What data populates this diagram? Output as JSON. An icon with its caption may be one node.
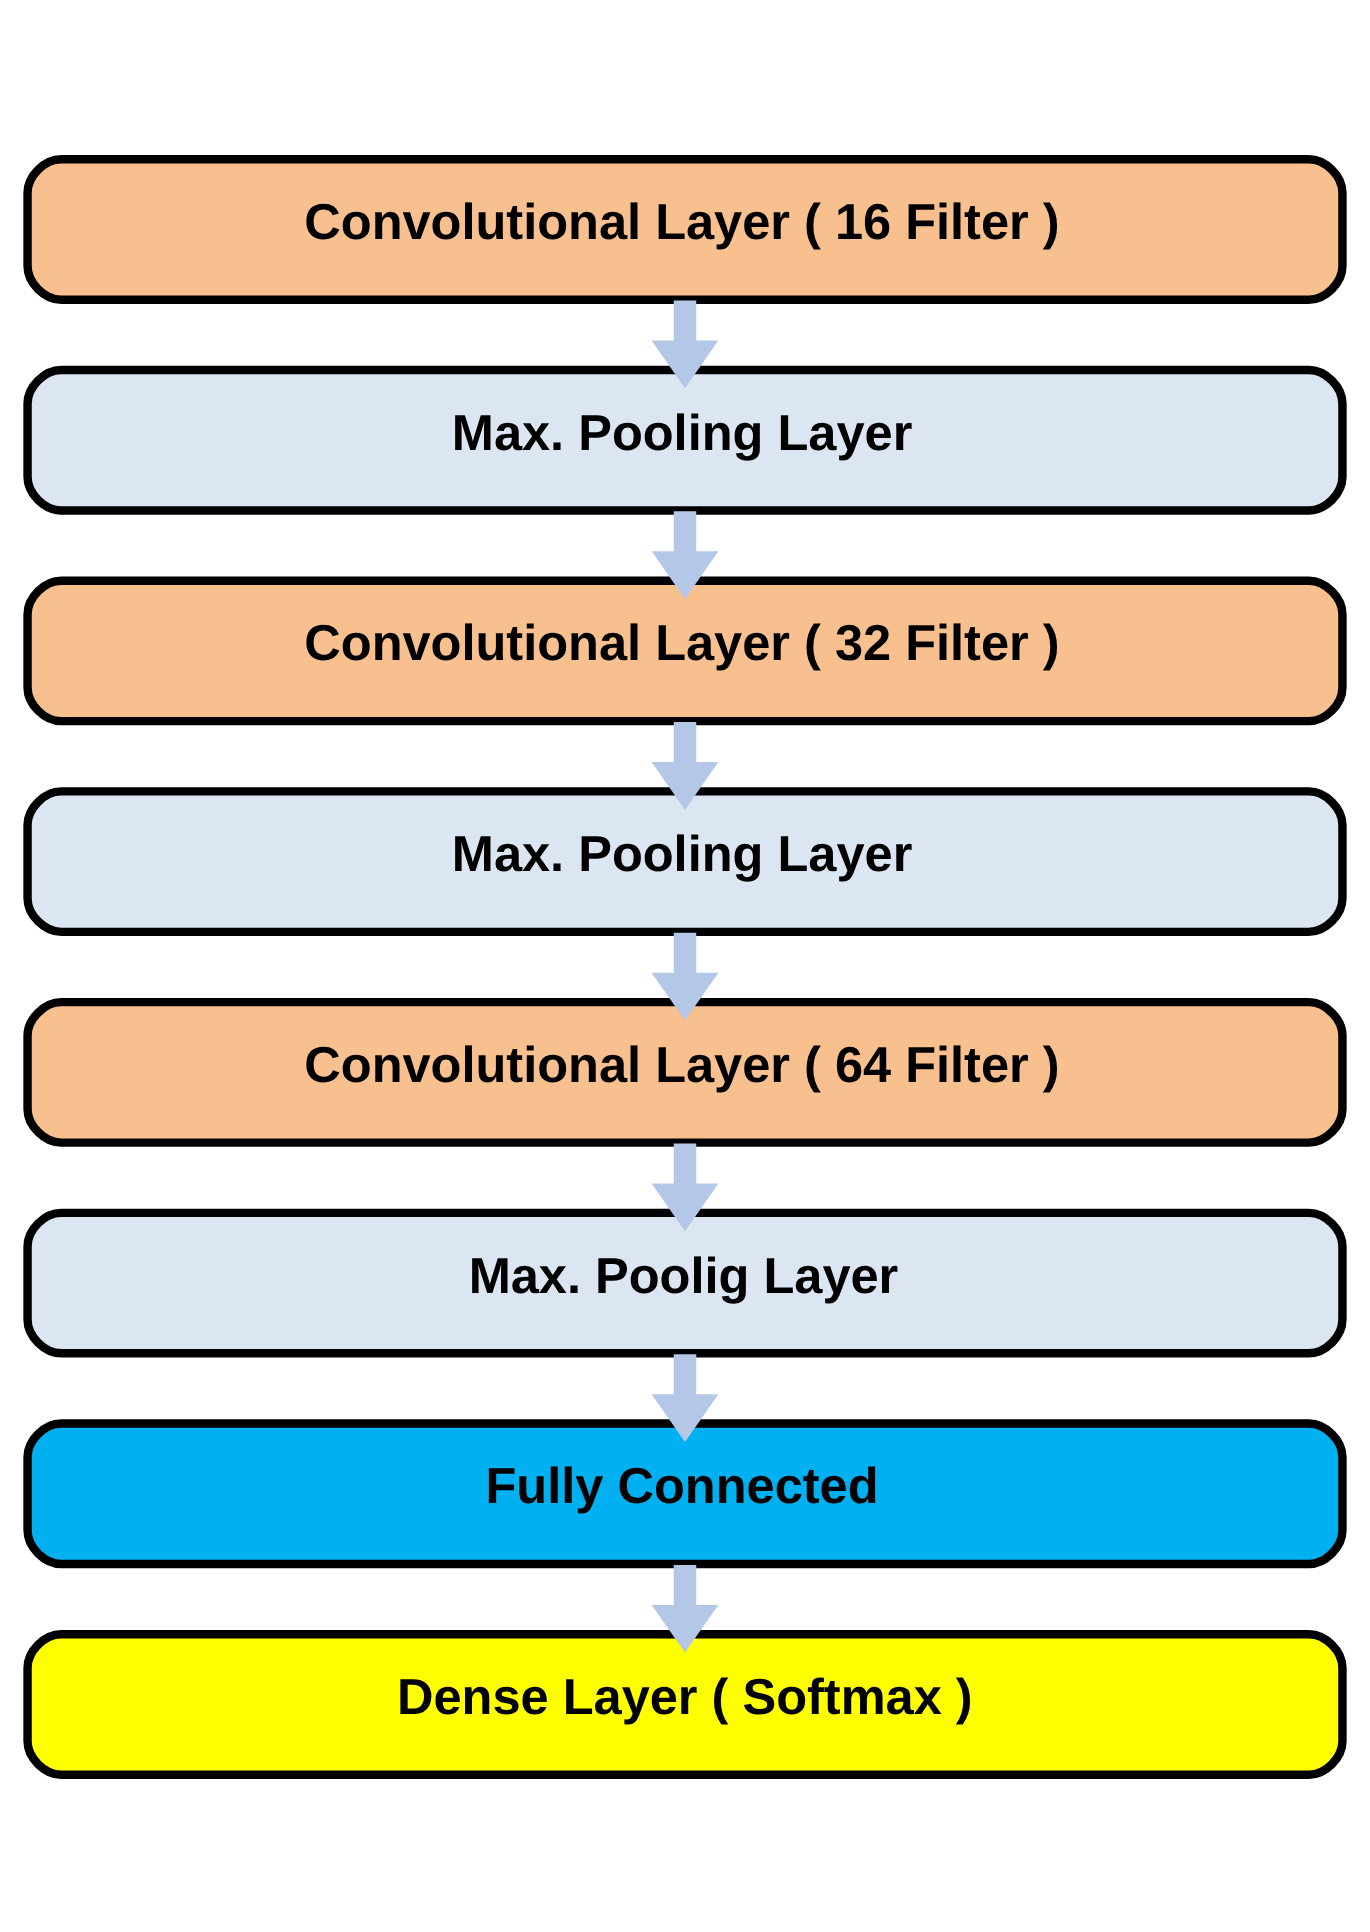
{
  "diagram": {
    "nodes": [
      {
        "text": [
          "Convolutional Layer ( 16 Filter )"
        ]
      },
      {
        "text": [
          "Max. Pooling Layer"
        ]
      },
      {
        "text": [
          "Convolutional Layer ( 32 Filter )"
        ]
      },
      {
        "text": [
          "Max. Pooling Layer"
        ]
      },
      {
        "text": [
          "Convolutional Layer ( 64 Filter )"
        ]
      },
      {
        "text": [
          "Max. Poolig Layer"
        ]
      },
      {
        "text": [
          "Fully Connected"
        ]
      },
      {
        "text": [
          "Dense Layer ( Softmax )"
        ]
      }
    ],
    "edges": [
      {
        "from": 0,
        "to": 1,
        "arrow": "to"
      },
      {
        "from": 1,
        "to": 2,
        "arrow": "to"
      },
      {
        "from": 2,
        "to": 3,
        "arrow": "to"
      },
      {
        "from": 3,
        "to": 4,
        "arrow": "to"
      },
      {
        "from": 4,
        "to": 5,
        "arrow": "to"
      },
      {
        "from": 5,
        "to": 6,
        "arrow": "to"
      },
      {
        "from": 6,
        "to": 7,
        "arrow": "to"
      }
    ]
  }
}
